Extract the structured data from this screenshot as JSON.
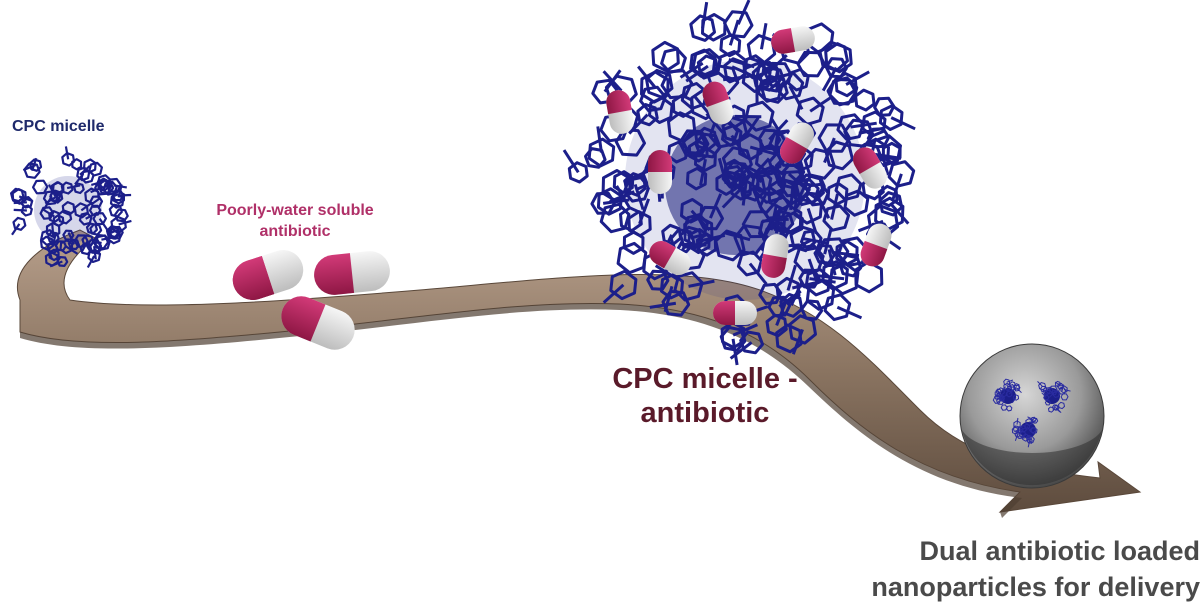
{
  "labels": {
    "cpc_micelle": "CPC micelle",
    "antibiotic_line1": "Poorly-water soluble",
    "antibiotic_line2": "antibiotic",
    "complex_line1": "CPC micelle -",
    "complex_line2": "antibiotic",
    "nanoparticle_line1": "Dual antibiotic loaded",
    "nanoparticle_line2": "nanoparticles for delivery"
  },
  "colors": {
    "micelle_blue": "#1c1f8a",
    "capsule_magenta": "#b3245c",
    "capsule_white": "#e6e6e6",
    "path_brown": "#8e7a68",
    "complex_label": "#5a1a2a",
    "drug_label": "#b03068",
    "cpc_label": "#1f2a6b",
    "np_label": "#4a4a4a"
  },
  "icons": [
    "micelle-small-icon",
    "capsule-icon",
    "micelle-large-icon",
    "nanoparticle-sphere-icon",
    "path-arrow-icon"
  ]
}
